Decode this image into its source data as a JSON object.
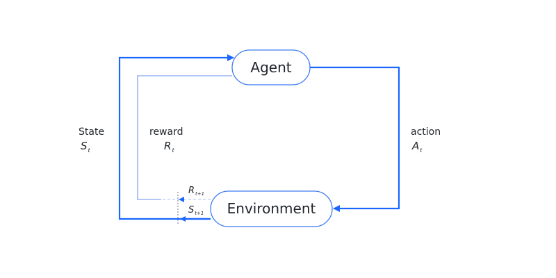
{
  "colors": {
    "arrow": "#1a66ff",
    "node_border": "#3d7bf2",
    "thin_line": "#5a8cf0",
    "text": "#1f2329"
  },
  "nodes": {
    "agent": {
      "label": "Agent"
    },
    "environment": {
      "label": "Environment"
    }
  },
  "edges": {
    "state": {
      "label": "State",
      "symbol": "S",
      "subscript": "t"
    },
    "reward": {
      "label": "reward",
      "symbol": "R",
      "subscript": "t"
    },
    "action": {
      "label": "action",
      "symbol": "A",
      "subscript": "t"
    },
    "next_reward": {
      "symbol": "R",
      "subscript": "t+1"
    },
    "next_state": {
      "symbol": "S",
      "subscript": "t+1"
    }
  }
}
